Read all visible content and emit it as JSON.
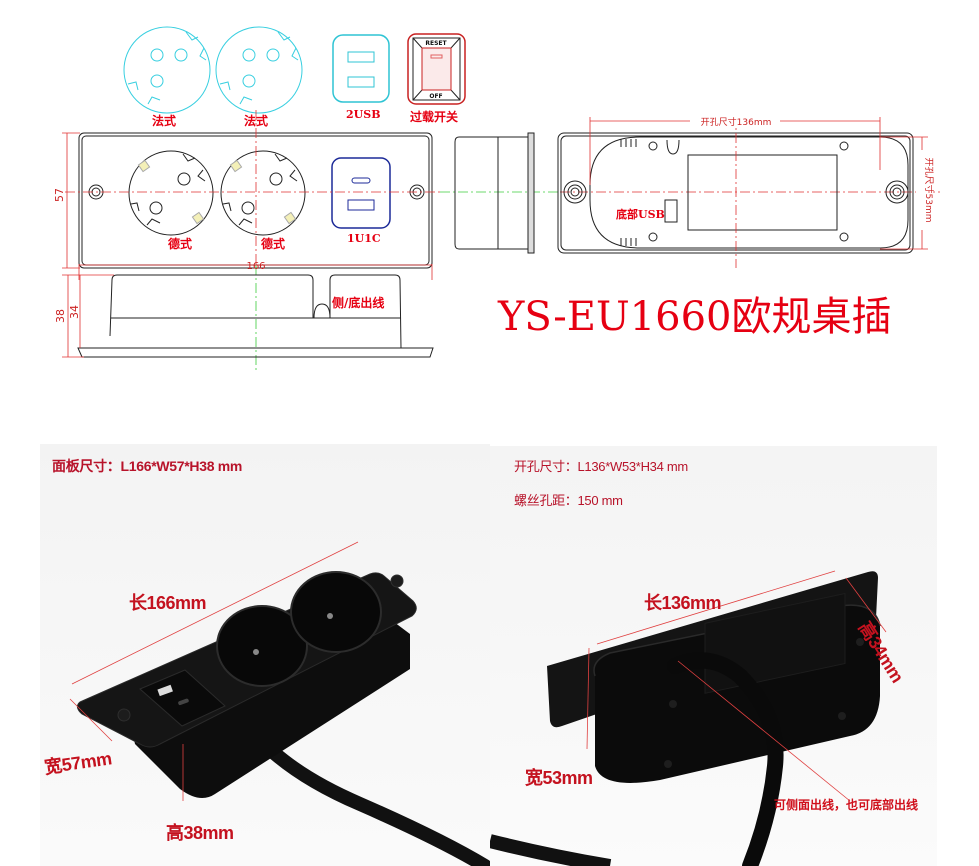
{
  "drawing": {
    "top_row": {
      "french_socket_1_label": "法式",
      "french_socket_2_label": "法式",
      "usb_module_label": "2USB",
      "overload_switch_label": "过载开关",
      "switch_reset_text": "RESET",
      "switch_off_text": "OFF"
    },
    "front_view": {
      "german_socket_1_label": "德式",
      "german_socket_2_label": "德式",
      "usb_c_module_label": "1U1C",
      "width_dim": "57",
      "length_dim": "166"
    },
    "side_view": {
      "outlet_label": "侧/底出线",
      "height_outer_dim": "38",
      "height_inner_dim": "34"
    },
    "bottom_view": {
      "cutout_length_label": "开孔尺寸136mm",
      "cutout_width_label": "开孔尺寸53mm",
      "bottom_usb_label": "底部USB"
    },
    "product_title": "YS-EU1660欧规桌插"
  },
  "photos": {
    "left": {
      "spec_line": "面板尺寸：L166*W57*H38 mm",
      "length_label": "长166mm",
      "width_label": "宽57mm",
      "height_label": "高38mm"
    },
    "right": {
      "spec_line_1": "开孔尺寸：L136*W53*H34 mm",
      "spec_line_2": "螺丝孔距：150 mm",
      "length_label": "长136mm",
      "width_label": "宽53mm",
      "height_label": "高34mm",
      "cable_note": "可侧面出线，也可底部出线"
    }
  },
  "colors": {
    "drawing_red": "#e60012",
    "cyan_outline": "#35d0e0",
    "blue_outline": "#1a2a9a",
    "photo_label_red": "#c4121f",
    "product_black": "#111111"
  }
}
